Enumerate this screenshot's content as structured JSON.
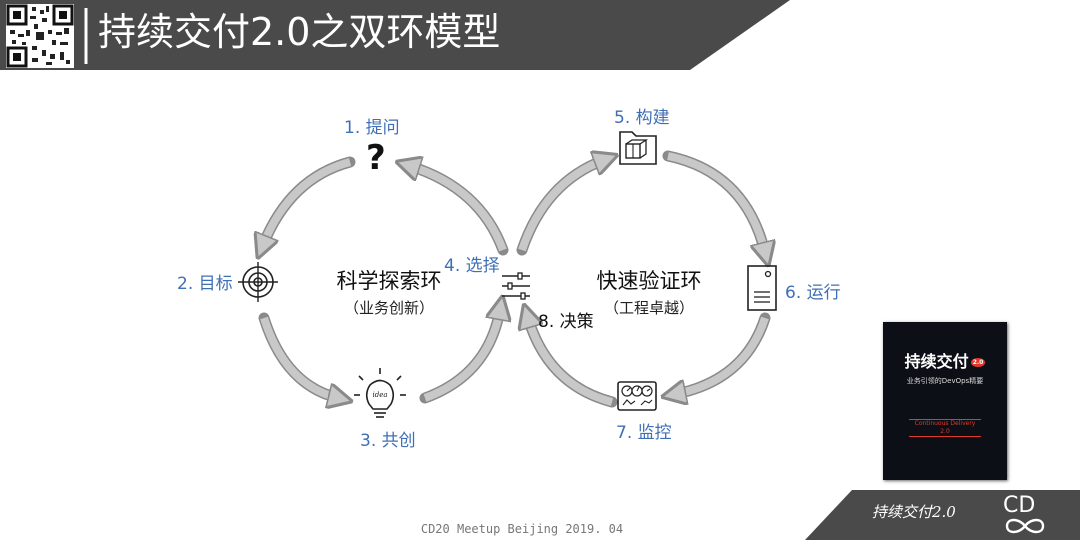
{
  "header": {
    "title": "持续交付2.0之双环模型"
  },
  "rings": {
    "left": {
      "name": "科学探索环",
      "sub": "（业务创新）"
    },
    "right": {
      "name": "快速验证环",
      "sub": "（工程卓越）"
    }
  },
  "steps": {
    "s1": "1. 提问",
    "s2": "2. 目标",
    "s3": "3. 共创",
    "s4": "4. 选择",
    "s5": "5. 构建",
    "s6": "6. 运行",
    "s7": "7. 监控",
    "s8": "8. 决策"
  },
  "icons": {
    "question": "?",
    "idea_text": "idea"
  },
  "icon_names": [
    "question-icon",
    "target-icon",
    "lightbulb-icon",
    "sliders-icon",
    "package-icon",
    "server-icon",
    "dashboard-icon",
    "qr-code-icon",
    "cd-logo-icon"
  ],
  "footer": {
    "event": "CD20 Meetup Beijing 2019. 04"
  },
  "book": {
    "title": "持续交付",
    "badge": "2.0",
    "subtitle": "业务引领的DevOps精要",
    "english_title": "Continuous Delivery 2.0"
  },
  "brand": {
    "text": "持续交付2.0",
    "logo": "CD"
  },
  "colors": {
    "header_bg": "#4a4a4a",
    "step_text": "#3f6fb5",
    "arrow_fill": "#c8c8c8",
    "arrow_stroke": "#8a8a8a"
  }
}
